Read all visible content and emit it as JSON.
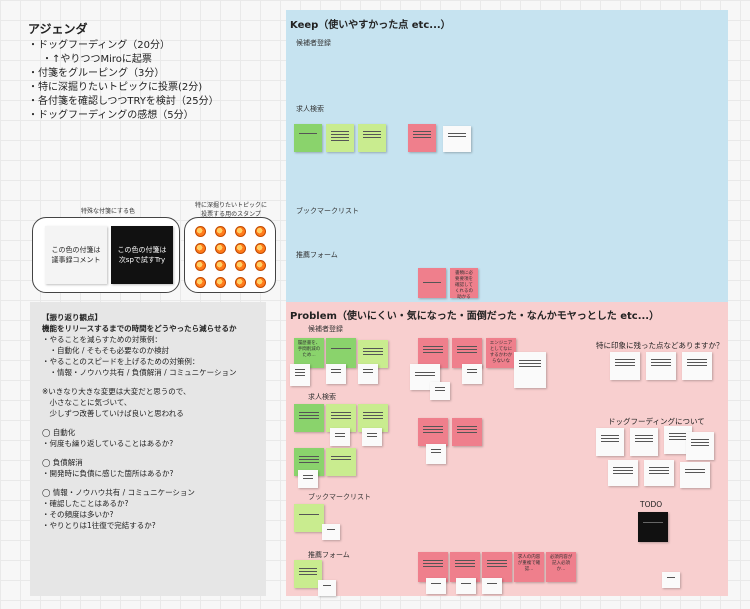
{
  "agenda": {
    "title": "アジェンダ",
    "items": [
      "・ドッグフーディング（20分）",
      "・↑やりつつMiroに起票",
      "・付箋をグルーピング（3分）",
      "・特に深掘りたいトピックに投票(2分)",
      "・各付箋を確認しつつTRYを検討（25分）",
      "・ドッグフーディングの感想（5分）"
    ]
  },
  "legend": {
    "special_color_label": "特殊な付箋にする色",
    "stamp_label_1": "特に深掘りたいトピックに",
    "stamp_label_2": "投票する用のスタンプ",
    "white_note": "この色の付箋は議事録コメント",
    "black_note": "この色の付箋は次spで試すTry"
  },
  "reflect": {
    "lines": [
      "【振り返り観点】",
      "機能をリリースするまでの時間をどうやったら減らせるか",
      "・やることを減らすための対策例：",
      "　・自動化 / そもそも必要なのか検討",
      "・やることのスピードを上げるための対策例：",
      "　・情報・ノウハウ共有 / 負債解消 / コミュニケーション",
      "",
      "※いきなり大きな変更は大変だと思うので、",
      "　小さなことに気づいて、",
      "　少しずつ改善していけば良いと思われる",
      "",
      "◯ 自動化",
      "・何度も繰り返していることはあるか?",
      "",
      "◯ 負債解消",
      "・開発時に負債に感じた箇所はあるか?",
      "",
      "◯ 情報・ノウハウ共有 / コミュニケーション",
      "・確認したことはあるか?",
      "・その頻度は多いか?",
      "・やりとりは1往復で完結するか?"
    ]
  },
  "keep": {
    "title": "Keep（使いやすかった点 etc...）",
    "categories": [
      "候補者登録",
      "求人検索",
      "ブックマークリスト",
      "推薦フォーム"
    ],
    "note_text": "書類に必要要項を確認してくれるの助かる"
  },
  "problem": {
    "title": "Problem（使いにくい・気になった・面倒だった・なんかモヤっとした etc...）",
    "categories": [
      "候補者登録",
      "求人検索",
      "ブックマークリスト",
      "推薦フォーム"
    ],
    "impression_label": "特に印象に残った点などありますか？",
    "dogfooding_label": "ドッグフーディングについて",
    "todo_label": "TODO",
    "note_1": "履歴書を、手間削減のため...",
    "note_2": "エンジニアとしてなにするかわからないな",
    "note_3": "求人の内容が重複で確認...",
    "note_4": "必須内容が記入必須か...",
    "colors": {
      "keep_bg": "#c6e3f0",
      "problem_bg": "#f8cfcf",
      "reflect_bg": "#e6e6e6"
    }
  }
}
